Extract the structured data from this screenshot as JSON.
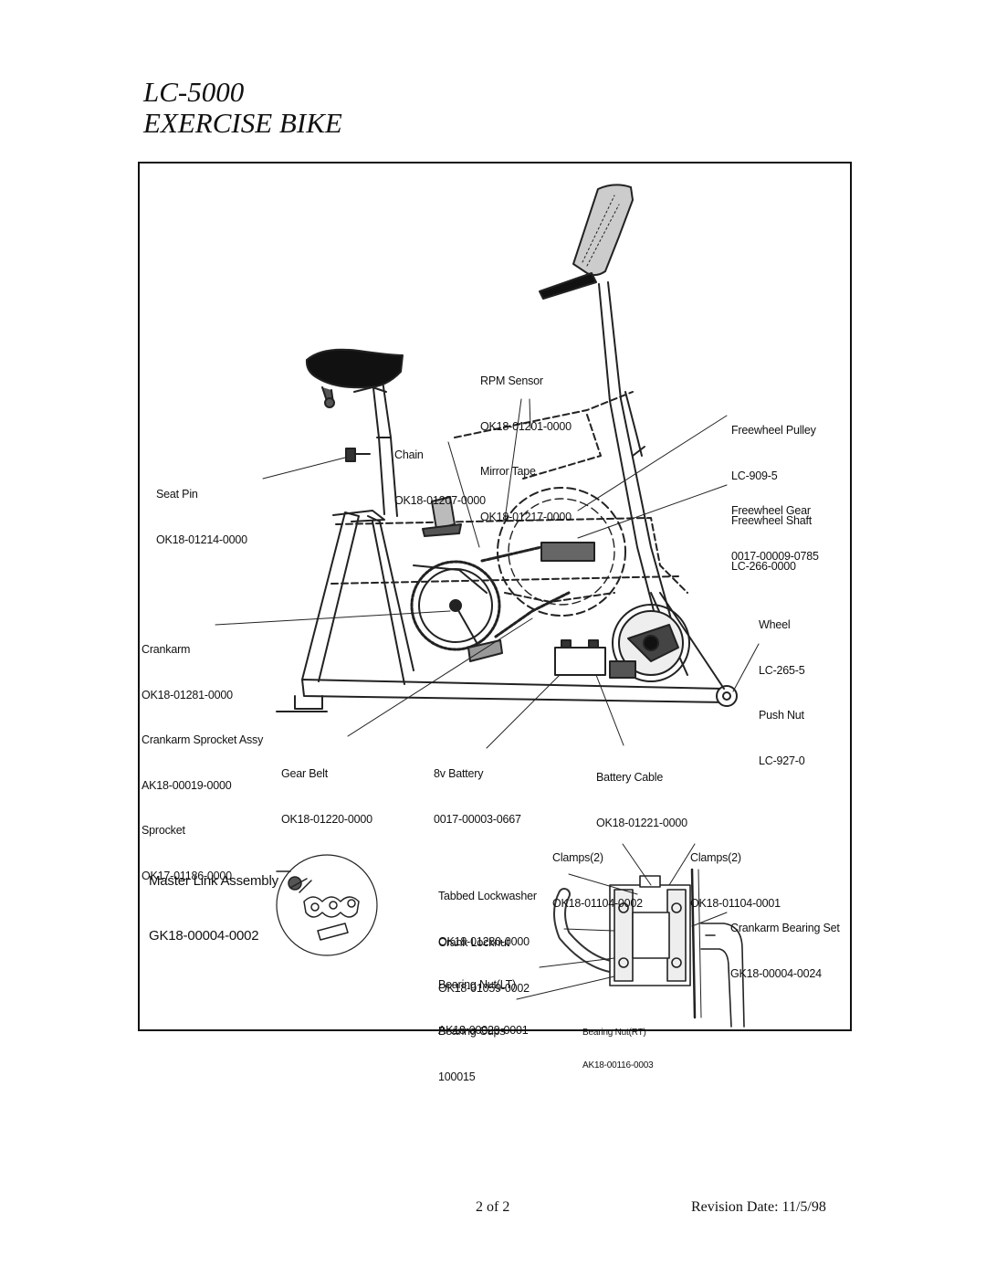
{
  "header": {
    "model": "LC-5000",
    "title": "EXERCISE BIKE"
  },
  "labels": {
    "rpm_sensor": [
      "RPM Sensor",
      "OK18-01201-0000",
      "Mirror Tape",
      "OK18-01217-0000"
    ],
    "chain": [
      "Chain",
      "OK18-01207-0000"
    ],
    "seat_pin": [
      "Seat Pin",
      "OK18-01214-0000"
    ],
    "freewheel_pulley": [
      "Freewheel Pulley",
      "LC-909-5",
      "Freewheel Shaft",
      "LC-266-0000"
    ],
    "freewheel_gear": [
      "Freewheel Gear",
      "0017-00009-0785"
    ],
    "wheel": [
      "Wheel",
      "LC-265-5",
      "Push Nut",
      "LC-927-0"
    ],
    "crankarm": [
      "Crankarm",
      "OK18-01281-0000",
      "Crankarm Sprocket Assy",
      "AK18-00019-0000",
      "Sprocket",
      "OK17-01186-0000"
    ],
    "gear_belt": [
      "Gear Belt",
      "OK18-01220-0000"
    ],
    "battery": [
      "8v Battery",
      "0017-00003-0667"
    ],
    "battery_cable": [
      "Battery Cable",
      "OK18-01221-0000"
    ],
    "clamps_left": [
      "Clamps(2)",
      "OK18-01104-0002"
    ],
    "clamps_right": [
      "Clamps(2)",
      "OK18-01104-0001"
    ],
    "master_link": [
      "Master Link Assembly",
      "GK18-00004-0002"
    ],
    "tabbed_lockwasher": [
      "Tabbed Lockwasher",
      "OK18-01280-0000"
    ],
    "crankarm_bearing_set": [
      "Crankarm Bearing Set",
      "GK18-00004-0024"
    ],
    "crank_locknut": [
      "Crank Locknut",
      "OK18-01059-0002"
    ],
    "bearing_nut_lt": [
      "Bearing Nut(LT)",
      "AK18-00029-0001"
    ],
    "bearing_cups": [
      "Bearing Cups",
      "100015"
    ],
    "bearing_nut_rt": [
      "Bearing Nut(RT)",
      "AK18-00116-0003"
    ]
  },
  "footer": {
    "page": "2 of 2",
    "revision": "Revision Date: 11/5/98"
  }
}
